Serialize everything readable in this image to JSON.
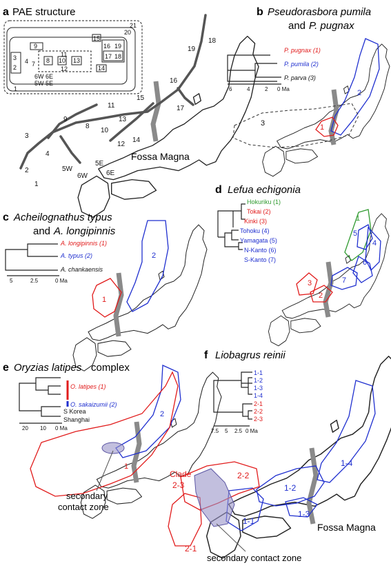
{
  "panels": {
    "a": {
      "letter": "a",
      "title": "PAE structure",
      "fossa": "Fossa Magna",
      "box_labels": [
        "21",
        "20",
        "15",
        "9",
        "16",
        "19",
        "3",
        "2",
        "4",
        "7",
        "8",
        "10",
        "13",
        "11",
        "12",
        "17",
        "18",
        "14",
        "6W",
        "6E",
        "5W",
        "5E",
        "1"
      ],
      "map_labels": [
        "18",
        "19",
        "16",
        "15",
        "17",
        "11",
        "9",
        "8",
        "13",
        "3",
        "10",
        "12",
        "14",
        "2",
        "4",
        "5W",
        "5E",
        "6W",
        "6E",
        "1"
      ]
    },
    "b": {
      "letter": "b",
      "title_1": "Pseudorasbora pumila",
      "title_2": "and",
      "title_3": "P. pugnax",
      "taxa": [
        "P. pugnax (1)",
        "P. pumila (2)",
        "P. parva (3)"
      ],
      "axis_ticks": [
        "6",
        "4",
        "2",
        "0 Ma"
      ],
      "regions": [
        "1",
        "2",
        "3"
      ]
    },
    "c": {
      "letter": "c",
      "title_1": "Acheilognathus typus",
      "title_2": "and",
      "title_3": "A. longipinnis",
      "taxa": [
        "A. longipinnis (1)",
        "A. typus (2)",
        "A. chankaensis"
      ],
      "axis_ticks": [
        "5",
        "2.5",
        "0 Ma"
      ],
      "regions": [
        "1",
        "2"
      ]
    },
    "d": {
      "letter": "d",
      "title": "Lefua echigonia",
      "taxa": [
        "Hokuriku (1)",
        "Tokai (2)",
        "Kinki (3)",
        "Tohoku (4)",
        "Yamagata (5)",
        "N-Kanto (6)",
        "S-Kanto (7)"
      ],
      "regions": [
        "1",
        "5",
        "4",
        "6",
        "7",
        "3",
        "2"
      ]
    },
    "e": {
      "letter": "e",
      "title_1": "Oryzias latipes",
      "title_2": "complex",
      "taxa": [
        "O. latipes (1)",
        "O. sakaizumii (2)",
        "S Korea",
        "Shanghai"
      ],
      "axis_ticks": [
        "20",
        "10",
        "0 Ma"
      ],
      "regions": [
        "2",
        "1"
      ],
      "contact": [
        "secondary",
        "contact zone"
      ]
    },
    "f": {
      "letter": "f",
      "title": "Liobagrus reinii",
      "taxa": [
        "1-1",
        "1-2",
        "1-3",
        "1-4",
        "2-1",
        "2-2",
        "2-3"
      ],
      "axis_ticks": [
        "7.5",
        "5",
        "2.5",
        "0 Ma"
      ],
      "regions": [
        "1-4",
        "1-2",
        "2-2",
        "1-3",
        "1-1",
        "2-1"
      ],
      "clade": [
        "Clade",
        "2-3"
      ],
      "fossa": "Fossa Magna",
      "contact": "secondary contact zone"
    }
  },
  "colors": {
    "red": "#e11b1b",
    "blue": "#1f2fcf",
    "green": "#2f9a2f",
    "fossa": "#8a8a8a"
  }
}
